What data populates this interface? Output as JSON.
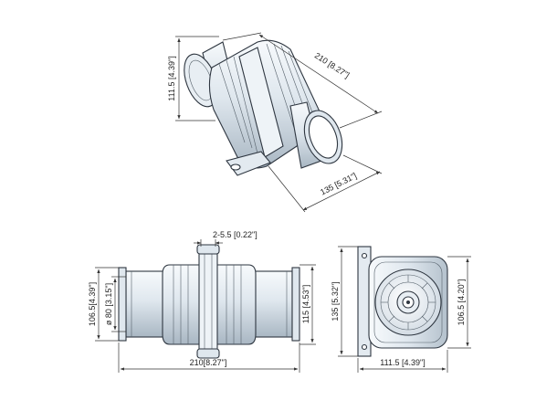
{
  "dimensions": {
    "iso_height": "111.5  [4.39\"]",
    "iso_length": "210  [8.27\"]",
    "iso_base": "135  [5.31\"]",
    "strap_width": "2-5.5 [0.22\"]",
    "side_outer_height": "106.5[4.39\"]",
    "side_bore": "ø 80 [3.15\"]",
    "side_body_height": "115 [4.53\"]",
    "side_length": "210[8.27\"]",
    "end_total_height": "135 [5.32\"]",
    "end_width": "111.5 [4.39\"]",
    "end_height": "106.5 [4.20\"]"
  },
  "colors": {
    "outline": "#2e3640",
    "fill_light": "#eef3f7",
    "fill_mid": "#d4dde5",
    "fill_dark": "#a9b7c3",
    "dimension_line": "#333333"
  }
}
